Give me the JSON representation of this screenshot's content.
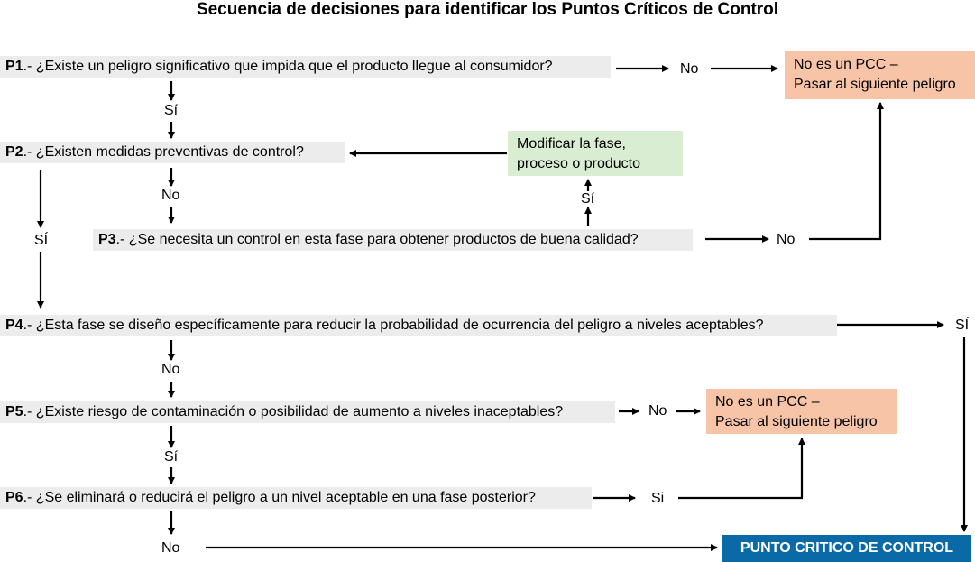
{
  "title": "Secuencia de decisiones para identificar los Puntos Críticos de Control",
  "questions": {
    "p1": {
      "code": "P1",
      "text": ".- ¿Existe un peligro significativo que impida que el producto llegue al consumidor?"
    },
    "p2": {
      "code": "P2",
      "text": ".- ¿Existen medidas preventivas de control?"
    },
    "p3": {
      "code": "P3",
      "text": ".- ¿Se necesita un control en esta fase para obtener productos de buena calidad?"
    },
    "p4": {
      "code": "P4",
      "text": ".- ¿Esta fase se diseño específicamente para reducir la probabilidad de ocurrencia del peligro a niveles aceptables?"
    },
    "p5": {
      "code": "P5",
      "text": ".- ¿Existe riesgo de contaminación o posibilidad de aumento a niveles inaceptables?"
    },
    "p6": {
      "code": "P6",
      "text": ".-  ¿Se eliminará o reducirá el peligro a un nivel aceptable en una fase posterior?"
    }
  },
  "labels": {
    "p1_no": "No",
    "p1_si": "Sí",
    "p2_no": "No",
    "p2_si": "SÍ",
    "p3_no": "No",
    "p3_si": "Sí",
    "p4_no": "No",
    "p4_si": "SÍ",
    "p5_no": "No",
    "p5_si": "Sí",
    "p6_si": "Si",
    "p6_no": "No"
  },
  "outcomes": {
    "no_pcc_top_line1": "No es un PCC –",
    "no_pcc_top_line2": "Pasar al siguiente peligro",
    "modify_line1": "Modificar la fase,",
    "modify_line2": "proceso o producto",
    "no_pcc_mid_line1": "No es un PCC –",
    "no_pcc_mid_line2": "Pasar al siguiente peligro",
    "pcc": "PUNTO CRITICO DE CONTROL"
  },
  "colors": {
    "question_bg": "#ececec",
    "not_pcc_bg": "#f8c4a8",
    "modify_bg": "#d8edd2",
    "pcc_bg": "#0a6aa8"
  }
}
